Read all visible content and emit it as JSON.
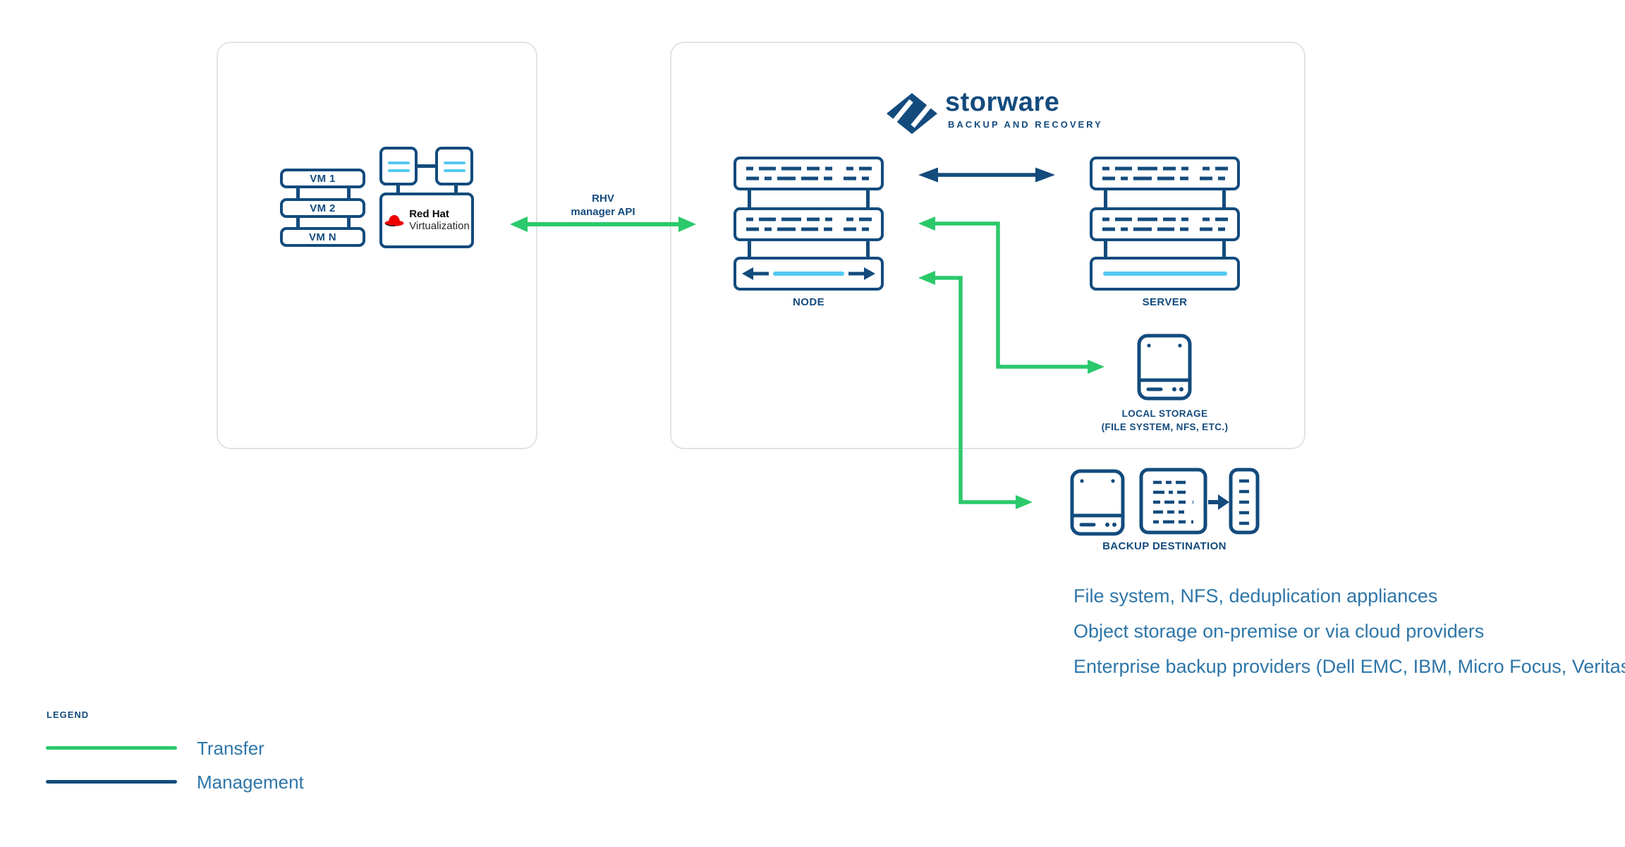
{
  "left_panel": {
    "vm_stack": {
      "items": [
        "VM 1",
        "VM 2",
        "VM N"
      ]
    },
    "redhat": {
      "name_line": "Red Hat",
      "product_line": "Virtualization"
    }
  },
  "api_link": {
    "label_line1": "RHV",
    "label_line2": "manager API"
  },
  "storware": {
    "brand": "storware",
    "tagline": "BACKUP AND RECOVERY"
  },
  "node": {
    "label": "NODE"
  },
  "server": {
    "label": "SERVER"
  },
  "local_storage": {
    "label_line1": "LOCAL STORAGE",
    "label_line2": "(FILE SYSTEM, NFS, ETC.)"
  },
  "backup_destination": {
    "label": "BACKUP DESTINATION"
  },
  "notes": {
    "line1": "File system, NFS, deduplication appliances",
    "line2": "Object storage on-premise or via cloud providers",
    "line3": "Enterprise backup providers (Dell EMC, IBM, Micro Focus, Veritas)"
  },
  "legend": {
    "title": "LEGEND",
    "transfer_label": "Transfer",
    "management_label": "Management"
  },
  "colors": {
    "navy": "#134B7D",
    "green": "#2BC96B",
    "cyan": "#53C8F3",
    "note_blue": "#2E76A8",
    "panel_border": "#E3E3E3",
    "redhat_red": "#EE0000"
  },
  "icons": {
    "storware_mark": "diamond-s-icon",
    "redhat_mark": "fedora-icon",
    "vm_host": "server-stack-icon",
    "node": "server-stack-icon",
    "server": "server-stack-icon",
    "local_storage": "disk-drive-icon",
    "backup_destination": "disk-dedupe-tape-icons",
    "transfer_arrow": "green-arrow",
    "management_arrow": "navy-double-arrow"
  }
}
